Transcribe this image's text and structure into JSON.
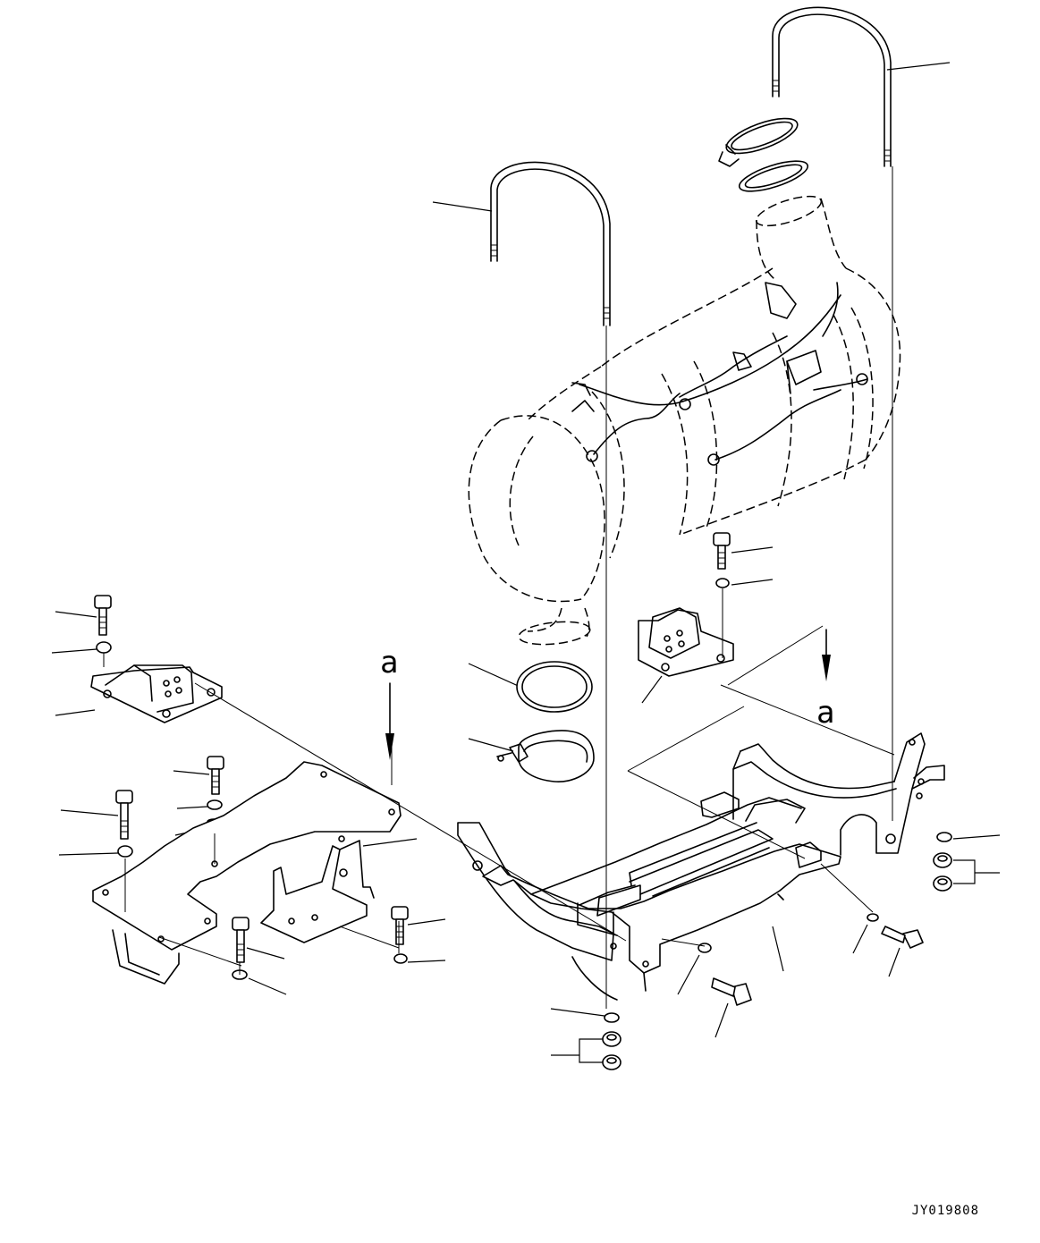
{
  "view_markers": [
    "a",
    "a"
  ],
  "drawing_id": "JY019808"
}
